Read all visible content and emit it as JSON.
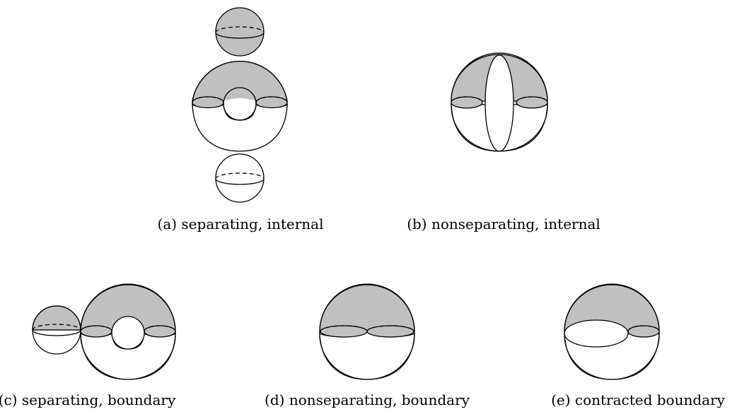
{
  "figures": [
    {
      "id": "a",
      "caption": "(a) separating, internal"
    },
    {
      "id": "b",
      "caption": "(b) nonseparating, internal"
    },
    {
      "id": "c",
      "caption": "(c) separating, boundary"
    },
    {
      "id": "d",
      "caption": "(d) nonseparating, boundary"
    },
    {
      "id": "e",
      "caption": "(e) contracted boundary"
    }
  ],
  "colors": {
    "shaded": "#c0c0c0",
    "stroke": "#000000",
    "background": "#ffffff"
  }
}
